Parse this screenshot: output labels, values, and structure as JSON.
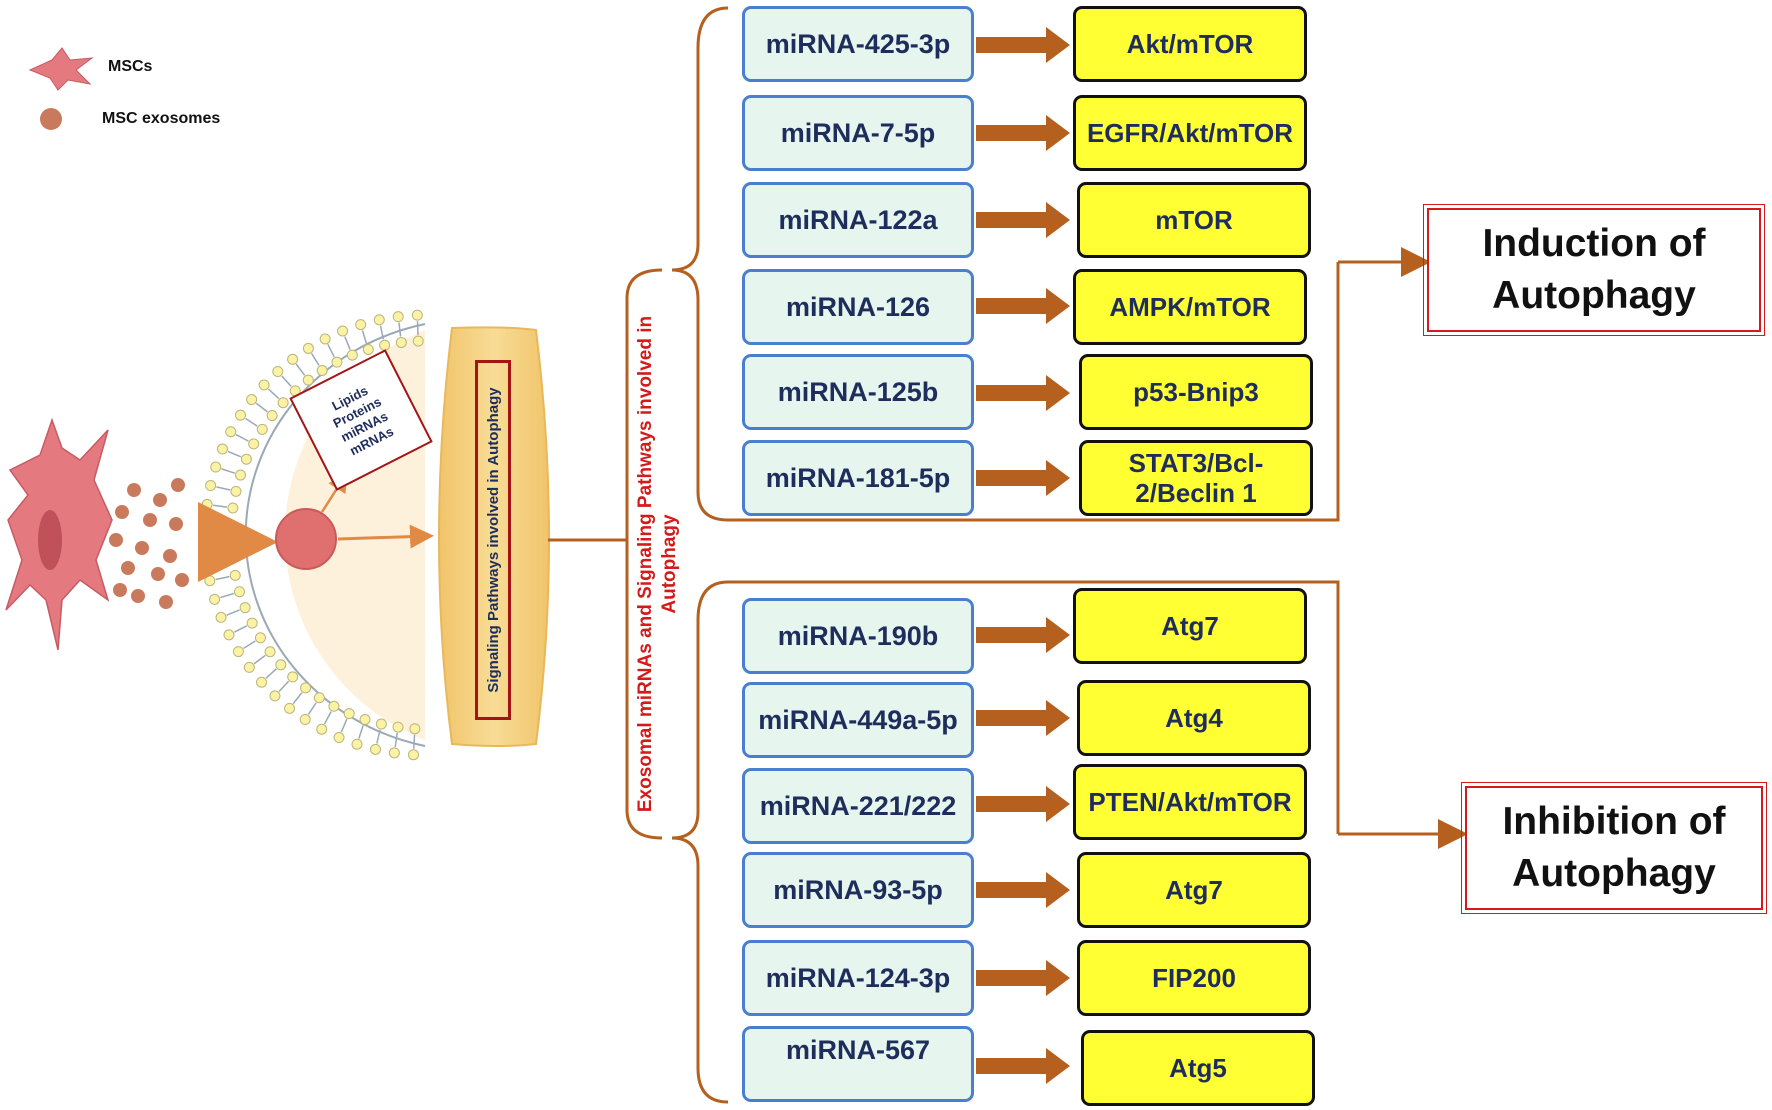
{
  "legend": {
    "cell_label": "MSCs",
    "exosome_label": "MSC exosomes"
  },
  "exosome_cargo": [
    "Lipids",
    "Proteins",
    "miRNAs",
    "mRNAs"
  ],
  "lens_label": "Signaling Pathways involved in Autophagy",
  "center_label": "Exosomal miRNAs and Signaling Pathways involved in Autophagy",
  "induction": {
    "label": "Induction of Autophagy",
    "items": [
      {
        "mirna": "miRNA-425-3p",
        "target": "Akt/mTOR"
      },
      {
        "mirna": "miRNA-7-5p",
        "target": "EGFR/Akt/mTOR"
      },
      {
        "mirna": "miRNA-122a",
        "target": "mTOR"
      },
      {
        "mirna": "miRNA-126",
        "target": "AMPK/mTOR"
      },
      {
        "mirna": "miRNA-125b",
        "target": "p53-Bnip3"
      },
      {
        "mirna": "miRNA-181-5p",
        "target": "STAT3/Bcl-2/Beclin 1"
      }
    ]
  },
  "inhibition": {
    "label": "Inhibition of Autophagy",
    "items": [
      {
        "mirna": "miRNA-190b",
        "target": "Atg7"
      },
      {
        "mirna": "miRNA-449a-5p",
        "target": "Atg4"
      },
      {
        "mirna": "miRNA-221/222",
        "target": "PTEN/Akt/mTOR"
      },
      {
        "mirna": "miRNA-93-5p",
        "target": "Atg7"
      },
      {
        "mirna": "miRNA-124-3p",
        "target": "FIP200"
      },
      {
        "mirna": "miRNA-567",
        "target": "Atg5"
      }
    ]
  },
  "colors": {
    "connector": "#b5601f",
    "mirna_border": "#4a7fd0",
    "mirna_fill": "#e6f6ee",
    "target_fill": "#ffff33",
    "outcome_border": "#d41a1a",
    "cell": "#e47a80",
    "exosome": "#c97a5c",
    "lens": "#f5cf7e"
  }
}
